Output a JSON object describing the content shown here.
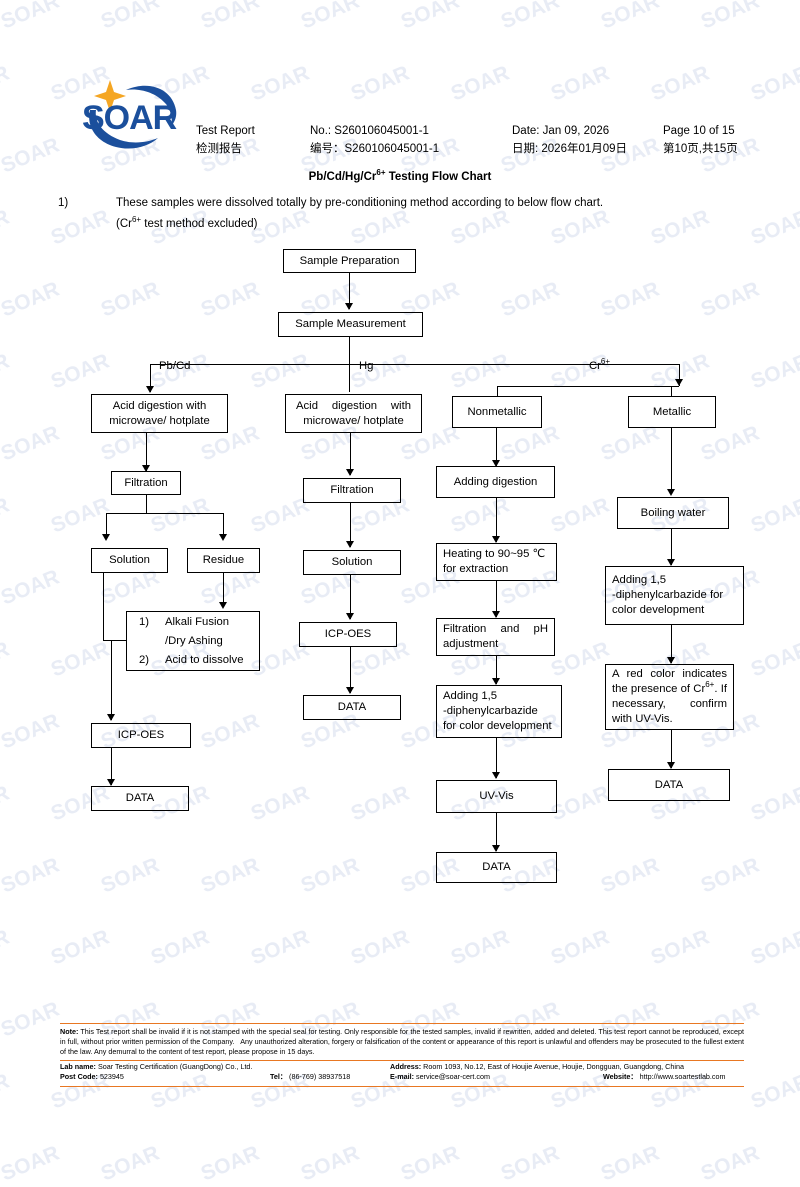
{
  "header": {
    "logo_text": "SOAR",
    "report_label_en": "Test Report",
    "report_label_cn": "检测报告",
    "no_en": "No.: S260106045001-1",
    "no_cn": "编号：S260106045001-1",
    "date_en": "Date: Jan 09, 2026",
    "date_cn": "日期: 2026年01月09日",
    "page_en": "Page 10 of 15",
    "page_cn": "第10页,共15页"
  },
  "title": "Pb/Cd/Hg/Cr6+ Testing Flow Chart",
  "note": {
    "number": "1)",
    "line1": "These samples were dissolved totally by pre-conditioning method according to below flow chart.",
    "line2": "(Cr6+ test method excluded)"
  },
  "flow": {
    "nodes": {
      "sample_preparation": "Sample Preparation",
      "sample_measurement": "Sample Measurement",
      "acid_digestion_1": "Acid digestion with microwave/ hotplate",
      "acid_digestion_2": "Acid digestion with microwave/ hotplate",
      "nonmetallic": "Nonmetallic",
      "metallic": "Metallic",
      "filtration_1": "Filtration",
      "filtration_2": "Filtration",
      "solution_1": "Solution",
      "residue_1": "Residue",
      "solution_2": "Solution",
      "alkali_step1_num": "1)",
      "alkali_step1_a": "Alkali Fusion",
      "alkali_step1_b": "/Dry Ashing",
      "alkali_step2_num": "2)",
      "alkali_step2_a": "Acid to dissolve",
      "icp_oes_1": "ICP-OES",
      "icp_oes_2": "ICP-OES",
      "data_1": "DATA",
      "data_2": "DATA",
      "data_3": "DATA",
      "data_4": "DATA",
      "adding_digestion": "Adding digestion",
      "heating": "Heating to 90~95 ℃ for extraction",
      "filtration_ph": "Filtration and pH adjustment",
      "adding_dpc_col3_l1": "Adding 1,5",
      "adding_dpc_col3_l2": "-diphenylcarbazide",
      "adding_dpc_col3_l3": "for color development",
      "uv_vis": "UV-Vis",
      "boiling_water": "Boiling water",
      "adding_dpc_col4_l1": "Adding 1,5",
      "adding_dpc_col4_l2": "-diphenylcarbazide for",
      "adding_dpc_col4_l3": "color development",
      "red_color_note": "A red color indicates the presence of Cr6+. If necessary, confirm with UV-Vis."
    },
    "edge_labels": {
      "pb_cd": "Pb/Cd",
      "hg": "Hg",
      "cr6": "Cr6+"
    }
  },
  "footer": {
    "note": "Note: This Test report shall be invalid if it is not stamped with the special seal for testing. Only responsible for the tested samples, invalid if rewritten, added and deleted. This test report cannot be reproduced, except in full, without prior written permission of the Company.   Any unauthorized alteration, forgery or falsification of the content or appearance of this report is unlawful and offenders may be prosecuted to the fullest extent of the law. Any demurral to the content of test report, please propose in 15 days.",
    "note_label": "Note:",
    "lab_name_label": "Lab name:",
    "lab_name": "Soar Testing Certification (GuangDong) Co., Ltd.",
    "post_code_label": "Post Code:",
    "post_code": "523945",
    "tel_label": "Tel：",
    "tel": "(86-769) 38937518",
    "address_label": "Address:",
    "address": "Room 1093, No.12, East of Houjie Avenue, Houjie, Dongguan, Guangdong, China",
    "email_label": "E-mail:",
    "email": "service@soar-cert.com",
    "website_label": "Website：",
    "website": "http://www.soartestlab.com"
  },
  "colors": {
    "brand_blue": "#1B4F9C",
    "brand_orange": "#F5A623",
    "footer_rule": "#E87722",
    "watermark": "#e8ecf5"
  },
  "watermark_text": "SOAR"
}
